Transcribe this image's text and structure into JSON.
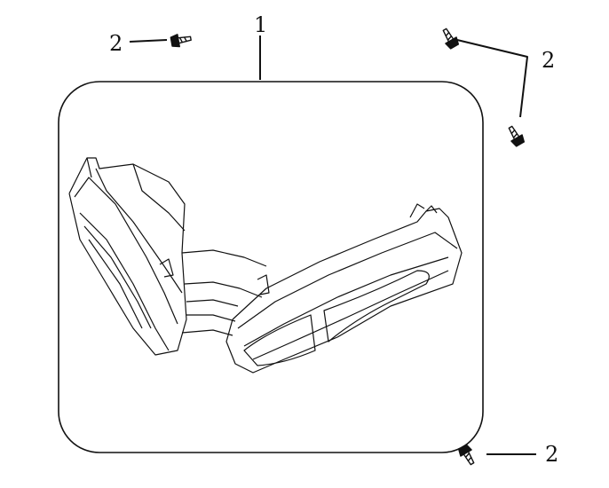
{
  "diagram": {
    "callouts": [
      {
        "id": "part-1",
        "label": "1"
      },
      {
        "id": "screw-top-left",
        "label": "2"
      },
      {
        "id": "screw-top-right",
        "label": "2"
      },
      {
        "id": "screw-bottom-right",
        "label": "2"
      }
    ],
    "colors": {
      "line": "#111111",
      "background": "#ffffff"
    }
  }
}
